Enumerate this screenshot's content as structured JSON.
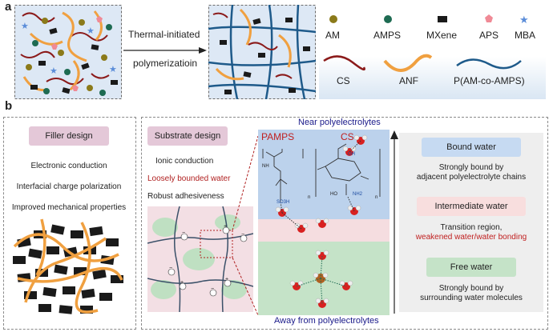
{
  "panel_a": {
    "letter": "a",
    "arrow_line1": "Thermal-initiated",
    "arrow_line2": "polymerizatioin",
    "legend": {
      "am": "AM",
      "amps": "AMPS",
      "mxene": "MXene",
      "aps": "APS",
      "mba": "MBA",
      "cs": "CS",
      "anf": "ANF",
      "pam": "P(AM-co-AMPS)"
    },
    "colors": {
      "am": "#8b7a1a",
      "amps": "#1e6b52",
      "mxene": "#1a1a1a",
      "aps": "#f08a96",
      "mba": "#5b8dd9",
      "cs": "#8b1a1a",
      "anf": "#f0a040",
      "pam": "#1e5a8a"
    }
  },
  "panel_b": {
    "letter": "b",
    "filler": {
      "title": "Filler design",
      "items": [
        "Electronic conduction",
        "Interfacial charge polarization",
        "Improved mechanical properties"
      ]
    },
    "substrate": {
      "title": "Substrate design",
      "items": [
        "Ionic conduction",
        "Loosely bounded water",
        "Robust adhesiveness"
      ]
    },
    "near_label": "Near polyelectrolytes",
    "away_label": "Away from polyelectrolytes",
    "pamps": "PAMPS",
    "cs": "CS",
    "bound": {
      "title": "Bound water",
      "desc1": "Strongly bound by",
      "desc2": "adjacent polyelectrolyte chains"
    },
    "intermediate": {
      "title": "Intermediate water",
      "desc1": "Transition region,",
      "desc2": "weakened water/water bonding"
    },
    "free": {
      "title": "Free water",
      "desc1": "Strongly bound by",
      "desc2": "surrounding water molecules"
    },
    "ions": {
      "plus": "+",
      "minus": "−"
    },
    "chem": {
      "nh": "NH",
      "so3h": "SO3H",
      "oh": "OH",
      "nh2": "NH2",
      "ho": "HO",
      "n": "n"
    }
  }
}
